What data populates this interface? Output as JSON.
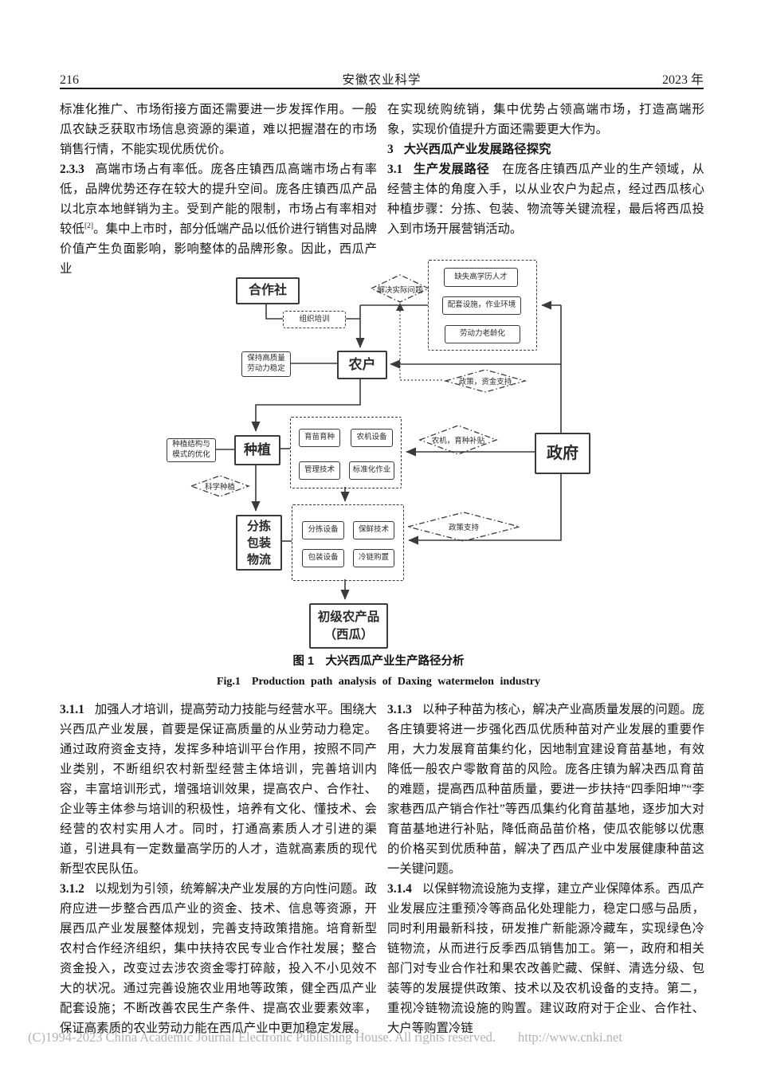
{
  "header": {
    "page_number": "216",
    "journal": "安徽农业科学",
    "year": "2023 年"
  },
  "columns": {
    "top_left": [
      {
        "runs": [
          {
            "t": "标准化推广、市场衔接方面还需要进一步发挥作用。一般瓜农缺乏获取市场信息资源的渠道，难以把握潜在的市场销售行情，不能实现优质优价。"
          }
        ]
      },
      {
        "label": "2.3.3",
        "runs": [
          {
            "t": "高端市场占有率低。庞各庄镇西瓜高端市场占有率低，品牌优势还存在较大的提升空间。庞各庄镇西瓜产品以北京本地鲜销为主。受到产能的限制，市场占有率相对较低"
          },
          {
            "t": "[2]",
            "sup": true
          },
          {
            "t": "。集中上市时，部分低端产品以低价进行销售对品牌价值产生负面影响，影响整体的品牌形象。因此，西瓜产业"
          }
        ]
      }
    ],
    "top_right": [
      {
        "runs": [
          {
            "t": "在实现统购统销，集中优势占领高端市场，打造高端形象，实现价值提升方面还需要更大作为。"
          }
        ]
      },
      {
        "label": "3",
        "runs": [
          {
            "t": "大兴西瓜产业发展路径探究",
            "b": true
          }
        ]
      },
      {
        "label": "3.1",
        "runs": [
          {
            "t": "生产发展路径",
            "b": true
          },
          {
            "t": "　在庞各庄镇西瓜产业的生产领域，从经营主体的角度入手，以从业农户为起点，经过西瓜核心种植步骤：分拣、包装、物流等关键流程，最后将西瓜投入到市场开展营销活动。"
          }
        ]
      }
    ],
    "bottom_left": [
      {
        "label": "3.1.1",
        "runs": [
          {
            "t": "加强人才培训，提高劳动力技能与经营水平。围绕大兴西瓜产业发展，首要是保证高质量的从业劳动力稳定。通过政府资金支持，发挥多种培训平台作用，按照不同产业类别，不断组织农村新型经营主体培训，完善培训内容，丰富培训形式，增强培训效果，提高农户、合作社、企业等主体参与培训的积极性，培养有文化、懂技术、会经营的农村实用人才。同时，打通高素质人才引进的渠道，引进具有一定数量高学历的人才，造就高素质的现代新型农民队伍。"
          }
        ]
      },
      {
        "label": "3.1.2",
        "runs": [
          {
            "t": "以规划为引领，统筹解决产业发展的方向性问题。政府应进一步整合西瓜产业的资金、技术、信息等资源，开展西瓜产业发展整体规划，完善支持政策措施。培育新型农村合作经济组织，集中扶持农民专业合作社发展；整合资金投入，改变过去涉农资金零打碎敲，投入不小见效不大的状况。通过完善设施农业用地等政策，健全西瓜产业配套设施；不断改善农民生产条件、提高农业要素效率，保证高素质的农业劳动力能在西瓜产业中更加稳定发展。"
          }
        ]
      }
    ],
    "bottom_right": [
      {
        "label": "3.1.3",
        "runs": [
          {
            "t": "以种子种苗为核心，解决产业高质量发展的问题。庞各庄镇要将进一步强化西瓜优质种苗对产业发展的重要作用，大力发展育苗集约化，因地制宜建设育苗基地，有效降低一般农户零散育苗的风险。庞各庄镇为解决西瓜育苗的难题，提高西瓜种苗质量，要进一步扶持“四季阳坤”“李家巷西瓜产销合作社”等西瓜集约化育苗基地，逐步加大对育苗基地进行补贴，降低商品苗价格，使瓜农能够以优惠的价格买到优质种苗，解决了西瓜产业中发展健康种苗这一关键问题。"
          }
        ]
      },
      {
        "label": "3.1.4",
        "runs": [
          {
            "t": "以保鲜物流设施为支撑，建立产业保障体系。西瓜产业发展应注重预冷等商品化处理能力，稳定口感与品质，同时利用最新科技，研发推广新能源冷藏车，实现绿色冷链物流，从而进行反季西瓜销售加工。第一，政府和相关部门对专业合作社和果农改善贮藏、保鲜、清选分级、包装等的发展提供政策、技术以及农机设备的支持。第二，重视冷链物流设施的购置。建议政府对于企业、合作社、大户等购置冷链"
          }
        ]
      }
    ]
  },
  "figure": {
    "caption_zh": "图 1　大兴西瓜产业生产路径分析",
    "caption_en": "Fig.1　Production path analysis of Daxing watermelon industry",
    "nodes": {
      "hezuoshe": "合作社",
      "zuzhipeixun": "组织培训",
      "jiejue": "解决实际问题",
      "queshi": "缺失高学历人才",
      "peitao": "配套设施，作业环境",
      "laodongli": "劳动力老龄化",
      "baochi": "保持高质量\n劳动力稳定",
      "nonghu": "农户",
      "zhengce_zijin": "政策，资金支持",
      "zhongzhi": "种植",
      "jiegou": "种植结构与\n模式的优化",
      "yumiao": "育苗育种",
      "nongji_shebei": "农机设备",
      "guanli": "管理技术",
      "biaozhunhua": "标准化作业",
      "nongji_butie": "农机，育种补贴",
      "zhengfu": "政府",
      "kexue": "科学种植",
      "fenjian_sum": "分拣\n包装\n物流",
      "fenjian_shebei": "分拣设备",
      "baoxian": "保鲜技术",
      "baozhuang": "包装设备",
      "lenglian": "冷链购置",
      "zhengce_zhichi": "政策支持",
      "chanpin": "初级农产品\n（西瓜）"
    }
  },
  "footer": {
    "copyright": "(C)1994-2023 China Academic Journal Electronic Publishing House. All rights reserved.",
    "url": "http://www.cnki.net"
  }
}
